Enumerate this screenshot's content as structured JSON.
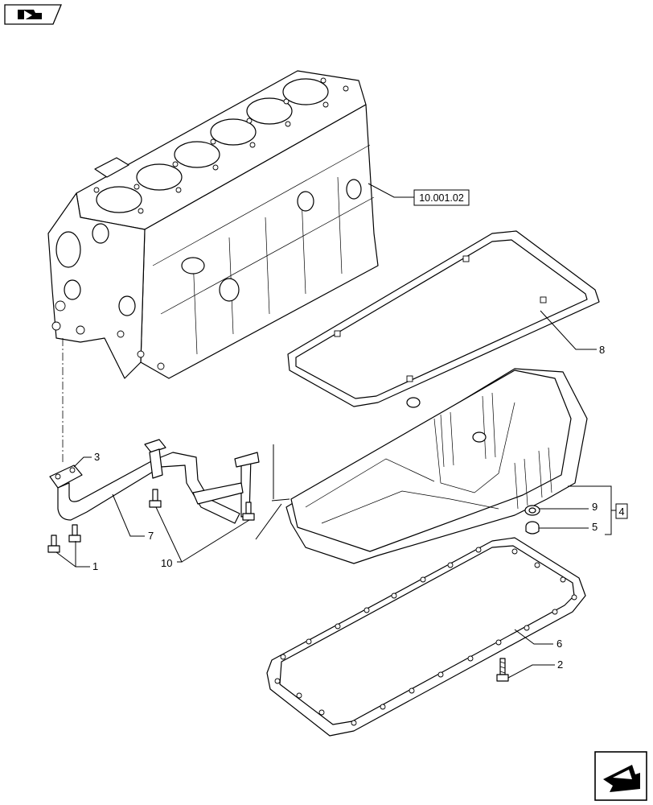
{
  "nav": {
    "prev_icon": "arrow-left-icon",
    "next_icon": "arrow-right-icon"
  },
  "references": {
    "block_ref": "10.001.02"
  },
  "callouts": {
    "c1": "1",
    "c2": "2",
    "c3": "3",
    "c4": "4",
    "c5": "5",
    "c6": "6",
    "c7": "7",
    "c8": "8",
    "c9": "9",
    "c10": "10"
  }
}
